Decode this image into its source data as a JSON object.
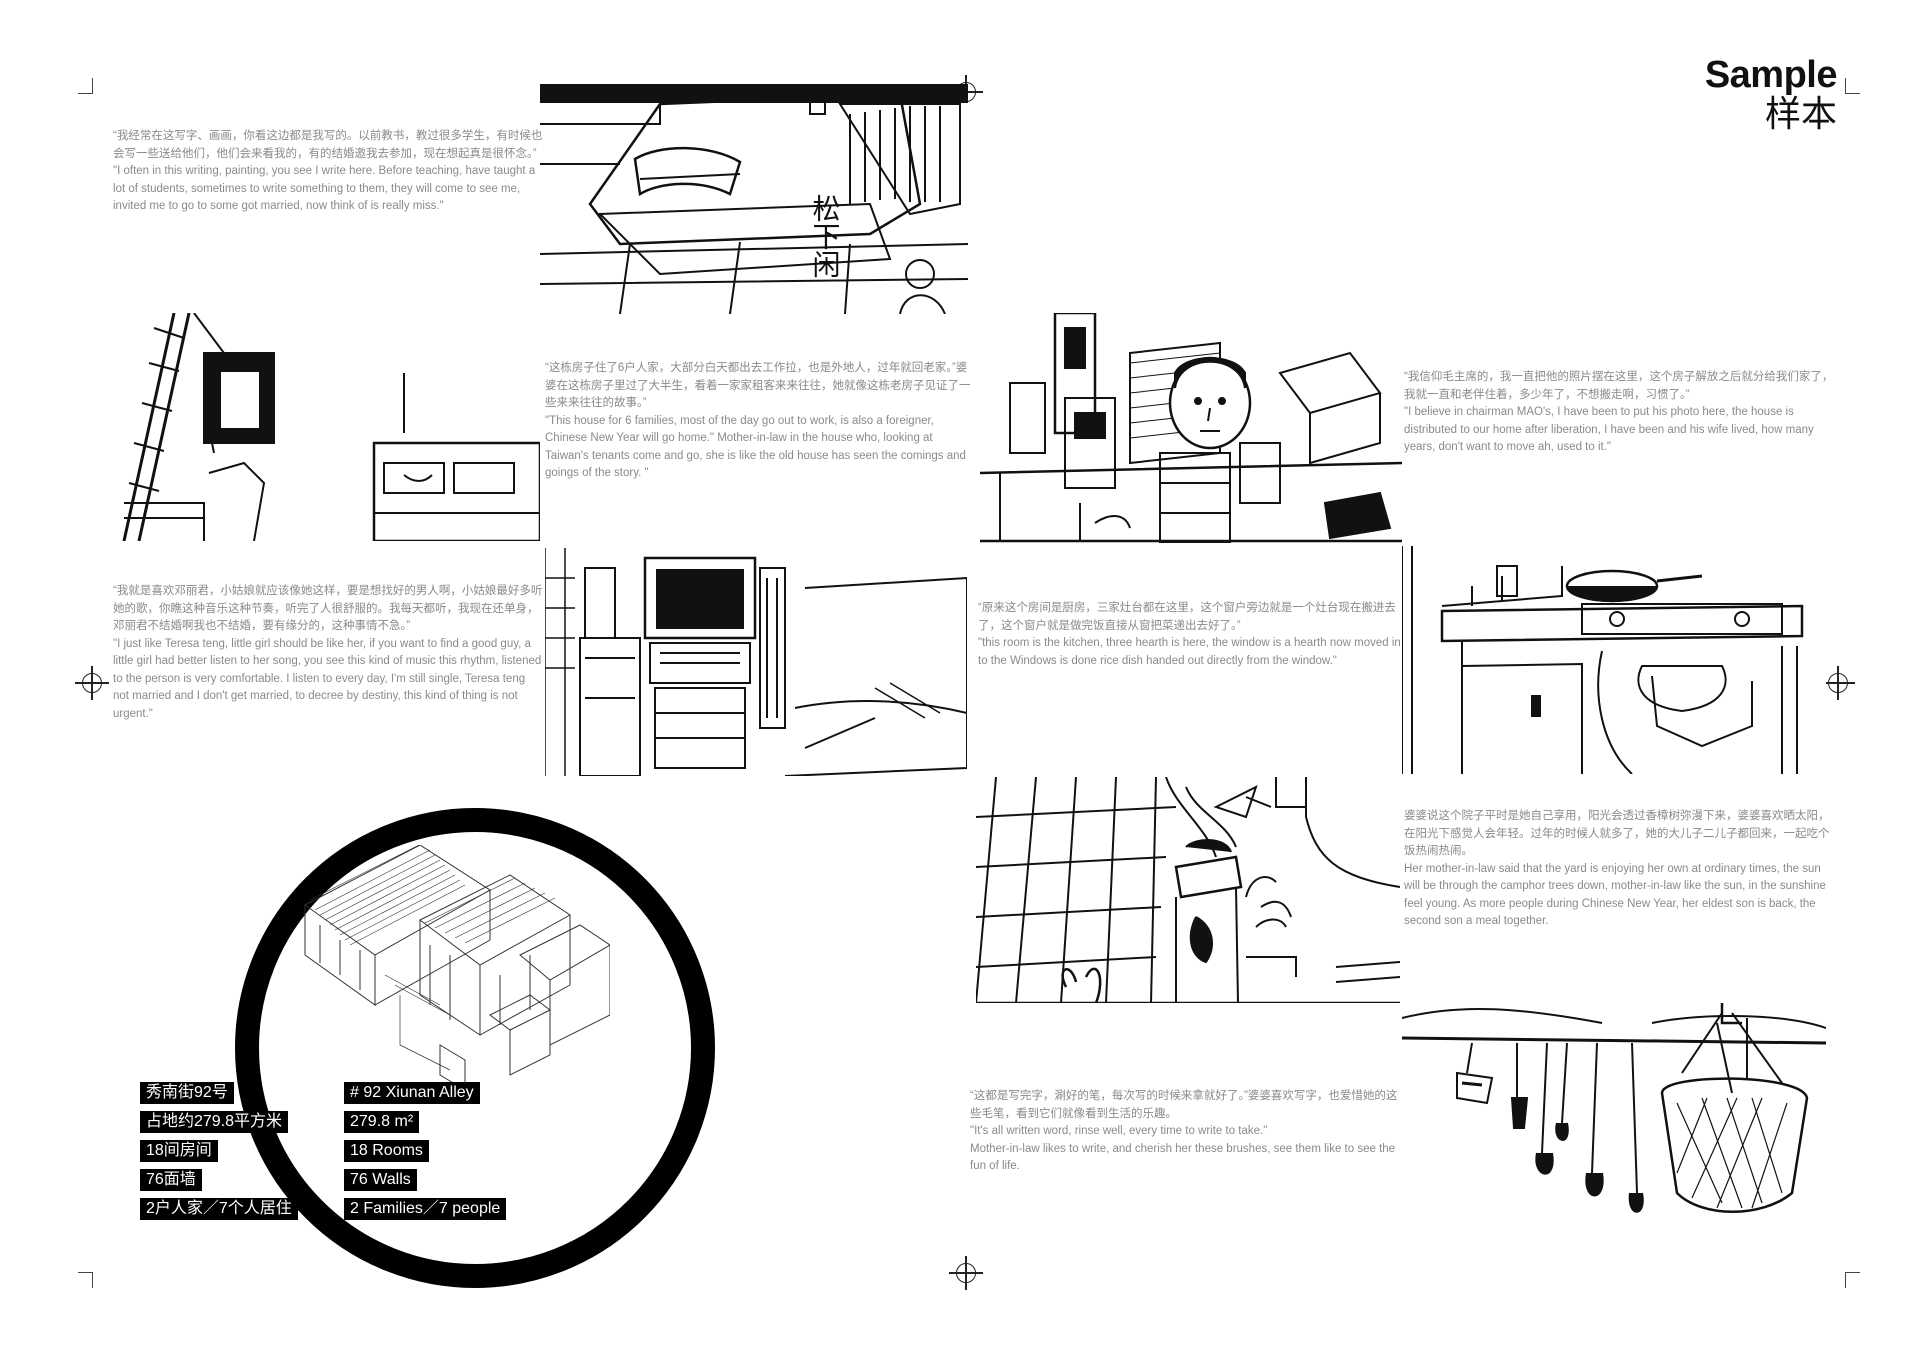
{
  "header": {
    "title_en": "Sample",
    "title_zh": "样本"
  },
  "captions": {
    "writing": {
      "zh": "“我经常在这写字、画画，你看这边都是我写的。以前教书，教过很多学生，有时候也会写一些送给他们，他们会来看我的，有的结婚邀我去参加，现在想起真是很怀念。”",
      "en": "\"I often in this writing, painting, you see I write here. Before teaching, have taught a lot of students, sometimes to write something to them, they will come to see me, invited me to go to some got married, now think of is really miss.\""
    },
    "families": {
      "zh": "“这栋房子住了6户人家，大部分白天都出去工作拉，也是外地人，过年就回老家。”婆婆在这栋房子里过了大半生，看着一家家租客来来往往，她就像这栋老房子见证了一些来来往往的故事。”",
      "en": "\"This house for 6 families, most of the day go out to work, is also a foreigner, Chinese New Year will go home.\" Mother-in-law in the house who, looking at Taiwan's tenants come and go, she is like the old house has seen the comings and goings of the story. \""
    },
    "mao": {
      "zh": "“我信仰毛主席的，我一直把他的照片摆在这里，这个房子解放之后就分给我们家了，我就一直和老伴住着，多少年了，不想搬走啊，习惯了。”",
      "en": "\"I believe in chairman MAO's, I have been to put his photo here, the house is distributed to our home after liberation, I have been and his wife lived, how many years, don't want to move ah, used to it.\""
    },
    "teresa": {
      "zh": "“我就是喜欢邓丽君，小姑娘就应该像她这样，要是想找好的男人啊，小姑娘最好多听她的歌，你瞧这种音乐这种节奏，听完了人很舒服的。我每天都听，我现在还单身，邓丽君不结婚啊我也不结婚，要有缘分的，这种事情不急。”",
      "en": "\"I just like Teresa teng, little girl should be like her, if you want to find a good guy, a little girl had better listen to her song, you see this kind of music this rhythm, listened to the person is very comfortable. I listen to every day, I'm still single, Teresa teng not married and I don't get married, to decree by destiny, this kind of thing is not urgent.\""
    },
    "kitchen": {
      "zh": "“原来这个房间是厨房，三家灶台都在这里，这个窗户旁边就是一个灶台现在搬进去了，这个窗户就是做完饭直接从窗把菜递出去好了。”",
      "en": "\"this room is the kitchen, three hearth is here, the window is a hearth now moved in to the Windows is done rice dish handed out directly from the window.\""
    },
    "yard": {
      "zh": "婆婆说这个院子平时是她自己享用，阳光会透过香樟树弥漫下来，婆婆喜欢晒太阳，在阳光下感觉人会年轻。过年的时候人就多了，她的大儿子二儿子都回来，一起吃个饭热闹热闹。",
      "en": "Her mother-in-law said that the yard is enjoying her own at ordinary times, the sun will be through the camphor trees down, mother-in-law like the sun, in the sunshine feel young. As more people during Chinese New Year, her eldest son is back, the second son a meal together."
    },
    "brushes": {
      "zh": "“这都是写完字，涮好的笔，每次写的时候来拿就好了。”婆婆喜欢写字，也爱惜她的这些毛笔，看到它们就像看到生活的乐趣。",
      "en1": "\"It's all written word, rinse well, every time to write to take.\"",
      "en2": "Mother-in-law likes to write, and cherish her these brushes, see them like to see the fun of life."
    },
    "door_label": "松下闲"
  },
  "facts": {
    "zh": [
      "秀南街92号",
      "占地约279.8平方米",
      "18间房间",
      "76面墙",
      "2户人家／7个人居住"
    ],
    "en": [
      "# 92 Xiunan Alley",
      "279.8 m²",
      "18 Rooms",
      "76 Walls",
      "2 Families／7 people"
    ]
  }
}
